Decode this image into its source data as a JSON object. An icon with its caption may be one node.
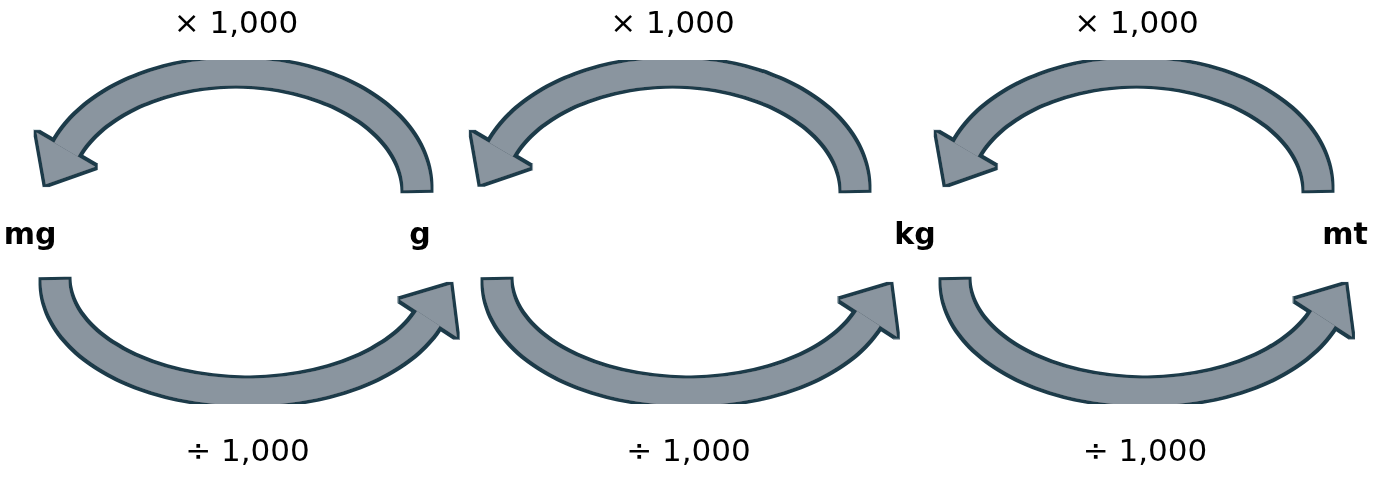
{
  "diagram": {
    "nodes": [
      {
        "text": [
          "mg"
        ]
      },
      {
        "text": [
          "g"
        ]
      },
      {
        "text": [
          "kg"
        ]
      },
      {
        "text": [
          "mt"
        ]
      }
    ],
    "edges": [
      {
        "from": 1,
        "to": 0,
        "arrow": "to",
        "label": "× 1,000"
      },
      {
        "from": 2,
        "to": 1,
        "arrow": "to",
        "label": "× 1,000"
      },
      {
        "from": 3,
        "to": 2,
        "arrow": "to",
        "label": "× 1,000"
      },
      {
        "from": 0,
        "to": 1,
        "arrow": "to",
        "label": "÷ 1,000"
      },
      {
        "from": 1,
        "to": 2,
        "arrow": "to",
        "label": "÷ 1,000"
      },
      {
        "from": 2,
        "to": 3,
        "arrow": "to",
        "label": "÷ 1,000"
      }
    ]
  }
}
